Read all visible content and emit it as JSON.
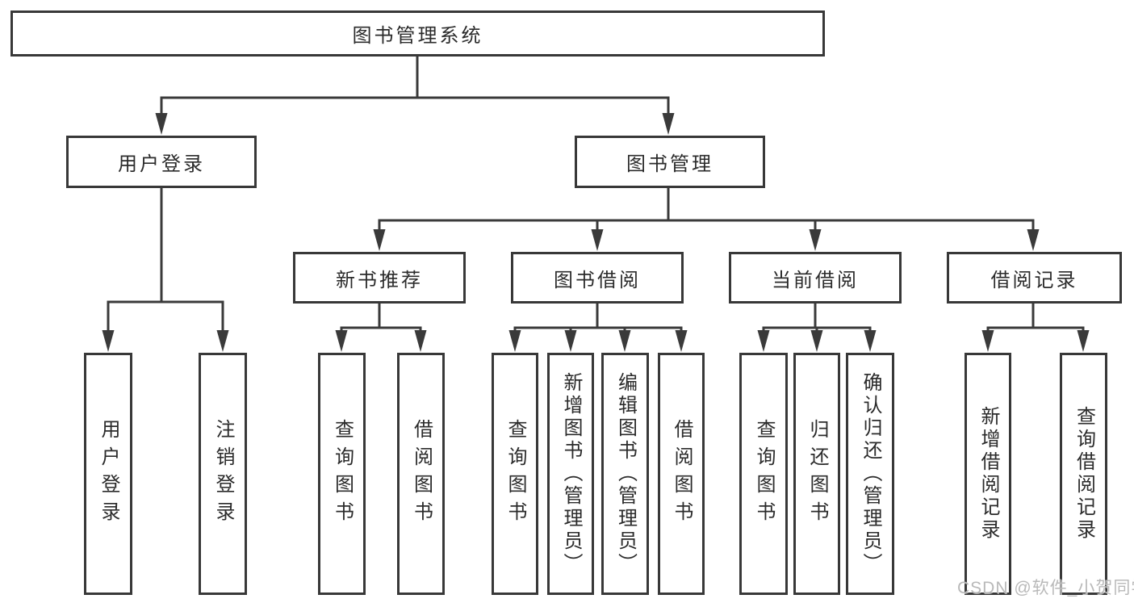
{
  "diagram_title": "图书管理系统",
  "nodes": {
    "root": {
      "label": "图书管理系统"
    },
    "user_login": {
      "label": "用户登录"
    },
    "book_mgmt": {
      "label": "图书管理"
    },
    "new_book_rec": {
      "label": "新书推荐"
    },
    "book_borrow": {
      "label": "图书借阅"
    },
    "current_borrow": {
      "label": "当前借阅"
    },
    "borrow_records": {
      "label": "借阅记录"
    },
    "leaf_user_login": {
      "label": "用户登录"
    },
    "leaf_logout": {
      "label": "注销登录"
    },
    "leaf_nbr_query_books": {
      "label": "查询图书"
    },
    "leaf_nbr_borrow_books": {
      "label": "借阅图书"
    },
    "leaf_bb_query_books": {
      "label": "查询图书"
    },
    "leaf_bb_add_books": {
      "label": "新增图书（管理员）"
    },
    "leaf_bb_edit_books": {
      "label": "编辑图书（管理员）"
    },
    "leaf_bb_borrow_books": {
      "label": "借阅图书"
    },
    "leaf_cb_query_books": {
      "label": "查询图书"
    },
    "leaf_cb_return_books": {
      "label": "归还图书"
    },
    "leaf_cb_confirm_return": {
      "label": "确认归还（管理员）"
    },
    "leaf_br_add_record": {
      "label": "新增借阅记录"
    },
    "leaf_br_query_record": {
      "label": "查询借阅记录"
    }
  },
  "watermark": "CSDN @软件_小贺同学",
  "colors": {
    "line": "#3a3a3a",
    "border": "#383838",
    "text": "#2b2b2b",
    "watermark": "#b9b9b9",
    "background": "#ffffff"
  }
}
